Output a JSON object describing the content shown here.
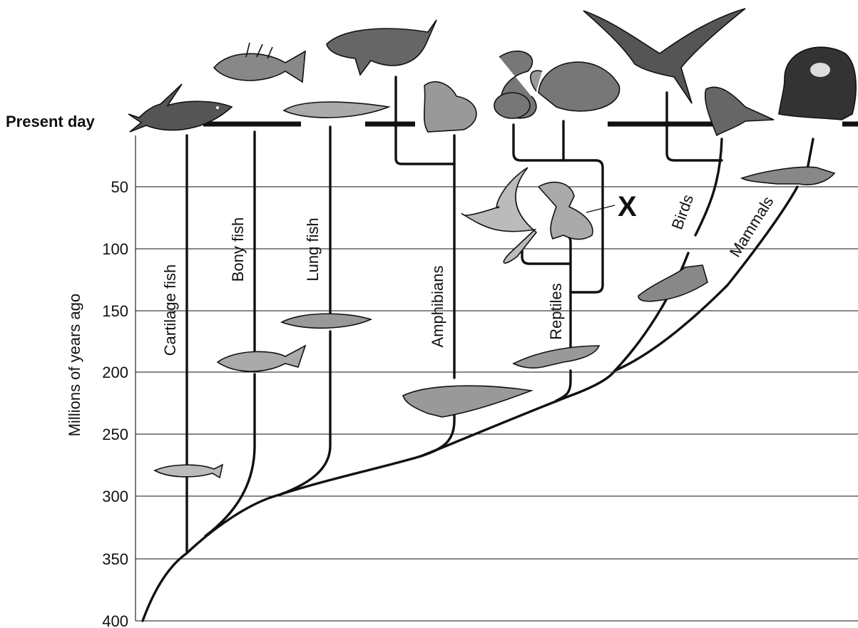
{
  "axis": {
    "title": "Millions of years ago",
    "present_label": "Present day",
    "ticks": [
      "50",
      "100",
      "150",
      "200",
      "250",
      "300",
      "350",
      "400"
    ]
  },
  "groups": {
    "cartilage_fish": "Cartilage fish",
    "bony_fish": "Bony fish",
    "lung_fish": "Lung fish",
    "amphibians": "Amphibians",
    "reptiles": "Reptiles",
    "birds": "Birds",
    "mammals": "Mammals"
  },
  "marker": "X"
}
